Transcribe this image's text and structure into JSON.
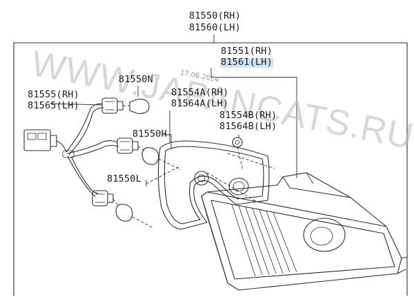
{
  "labels": {
    "assembly_rh": "81550(RH)",
    "assembly_lh": "81560(LH)",
    "lens_rh": "81551(RH)",
    "lens_lh": "81561(LH)",
    "socket_rh": "81555(RH)",
    "socket_lh": "81565(LH)",
    "bulb_n": "81550N",
    "bulb_h": "81550H",
    "bulb_l": "81550L",
    "gasket_a_rh": "81554A(RH)",
    "gasket_a_lh": "81564A(LH)",
    "gasket_b_rh": "81554B(RH)",
    "gasket_b_lh": "81564B(LH)"
  },
  "watermark": {
    "text": "WWW.JAPANCATS.RU",
    "date": "17.06.2014"
  },
  "highlight_color": "#cfe3f6"
}
